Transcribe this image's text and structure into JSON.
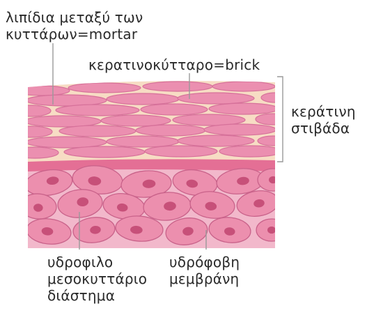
{
  "labels": {
    "lipids_line1": "λιπίδια μεταξύ των",
    "lipids_line2": "κυττάρων=mortar",
    "keratinocyte": "κερατινοκύτταρο=brick",
    "stratum_line1": "κεράτινη",
    "stratum_line2": "στιβάδα",
    "hydrophilic_line1": "υδροφιλο",
    "hydrophilic_line2": "μεσοκυττάριο",
    "hydrophilic_line3": "διάστημα",
    "hydrophobic_line1": "υδρόφοβη",
    "hydrophobic_line2": "μεμβράνη"
  },
  "colors": {
    "mortar": "#f7dcc4",
    "brick_fill": "#eb8fb0",
    "brick_stroke": "#d6719a",
    "basal_band": "#e46f95",
    "lower_bg": "#f2b8cb",
    "cell_fill": "#ec8fae",
    "cell_stroke": "#c9628a",
    "nucleus_fill": "#c75079",
    "leader_line": "#9a9a9a",
    "text": "#2a2a2a"
  }
}
